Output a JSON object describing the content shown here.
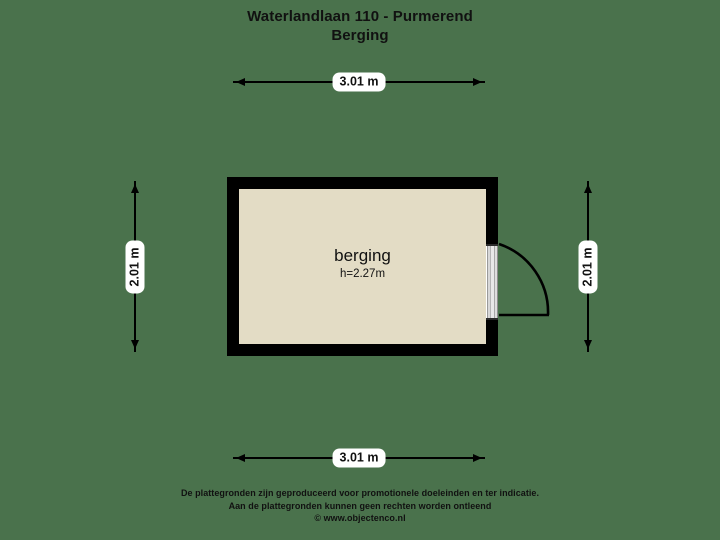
{
  "meta": {
    "background_color": "#4a724c",
    "wall_color": "#000000",
    "room_fill_color": "#e3dcc5",
    "text_color": "#111111",
    "label_bg_color": "#ffffff"
  },
  "header": {
    "title": "Waterlandlaan 110 - Purmerend",
    "subtitle": "Berging"
  },
  "room": {
    "name": "berging",
    "height_label": "h=2.27m"
  },
  "dimensions": {
    "top": {
      "label": "3.01 m",
      "orientation": "horizontal"
    },
    "bottom": {
      "label": "3.01 m",
      "orientation": "horizontal"
    },
    "left": {
      "label": "2.01 m",
      "orientation": "vertical"
    },
    "right": {
      "label": "2.01 m",
      "orientation": "vertical"
    }
  },
  "door": {
    "name": "entry-door",
    "swing": "outward-right",
    "hinge": "top"
  },
  "footer": {
    "line1": "De plattegronden zijn geproduceerd voor promotionele doeleinden en ter indicatie.",
    "line2": "Aan de plattegronden kunnen geen rechten worden ontleend",
    "line3": "© www.objectenco.nl"
  }
}
